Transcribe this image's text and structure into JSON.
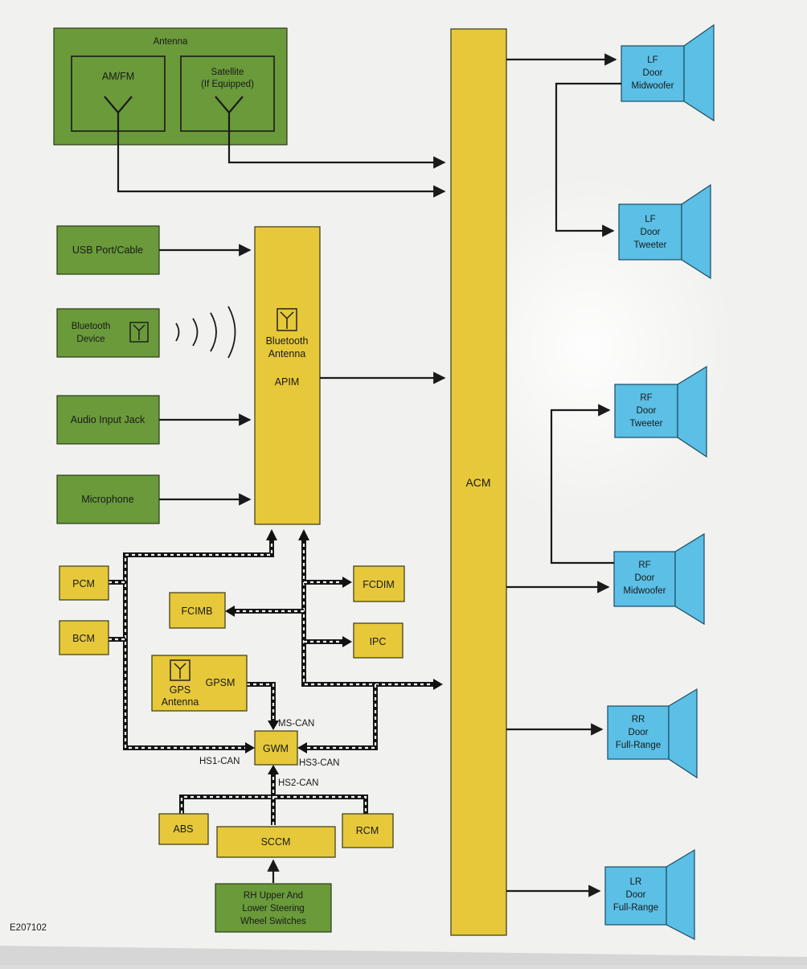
{
  "figure_id": "E207102",
  "antenna": {
    "title": "Antenna",
    "amfm": "AM/FM",
    "satellite": [
      "Satellite",
      "(If Equipped)"
    ]
  },
  "inputs": {
    "usb": "USB Port/Cable",
    "bluetooth_device": [
      "Bluetooth",
      "Device"
    ],
    "audio_input": "Audio Input Jack",
    "microphone": "Microphone"
  },
  "apim": {
    "antenna": [
      "Bluetooth",
      "Antenna"
    ],
    "name": "APIM"
  },
  "acm": "ACM",
  "speakers": {
    "lf_mid": [
      "LF",
      "Door",
      "Midwoofer"
    ],
    "lf_tw": [
      "LF",
      "Door",
      "Tweeter"
    ],
    "rf_tw": [
      "RF",
      "Door",
      "Tweeter"
    ],
    "rf_mid": [
      "RF",
      "Door",
      "Midwoofer"
    ],
    "rr": [
      "RR",
      "Door",
      "Full-Range"
    ],
    "lr": [
      "LR",
      "Door",
      "Full-Range"
    ]
  },
  "modules": {
    "pcm": "PCM",
    "bcm": "BCM",
    "fcimb": "FCIMB",
    "fcdim": "FCDIM",
    "ipc": "IPC",
    "gpsm": "GPSM",
    "gps_antenna": [
      "GPS",
      "Antenna"
    ],
    "gwm": "GWM",
    "abs": "ABS",
    "sccm": "SCCM",
    "rcm": "RCM"
  },
  "buses": {
    "ms_can": "MS-CAN",
    "hs1_can": "HS1-CAN",
    "hs3_can": "HS3-CAN",
    "hs2_can": "HS2-CAN"
  },
  "switches": [
    "RH Upper And",
    "Lower Steering",
    "Wheel Switches"
  ],
  "colors": {
    "green": "#6a9a3a",
    "yellow": "#e6c83a",
    "blue": "#5bbfe6",
    "background": "#f1f1ef"
  }
}
